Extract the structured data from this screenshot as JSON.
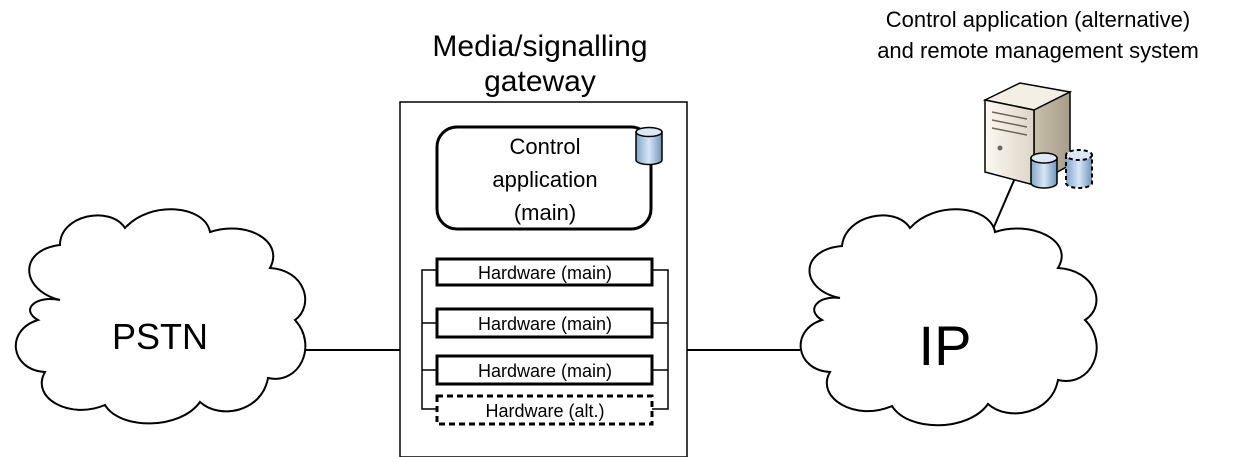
{
  "gateway": {
    "title_lines": [
      "Media/signalling",
      "gateway"
    ],
    "control_app_lines": [
      "Control",
      "application",
      "(main)"
    ],
    "hardware": [
      {
        "label": "Hardware (main)",
        "style": "solid"
      },
      {
        "label": "Hardware (main)",
        "style": "solid"
      },
      {
        "label": "Hardware (main)",
        "style": "solid"
      },
      {
        "label": "Hardware (alt.)",
        "style": "dashed"
      }
    ]
  },
  "pstn": {
    "label": "PSTN"
  },
  "ip": {
    "label": "IP"
  },
  "remote": {
    "title_lines": [
      "Control application (alternative)",
      "and remote management system"
    ],
    "server_icon": "server-icon",
    "database_icons": [
      "database-icon",
      "database-icon"
    ]
  },
  "colors": {
    "stroke": "#000000",
    "database_fill": "#aec9e4",
    "server_fill": "#ede8dc"
  }
}
